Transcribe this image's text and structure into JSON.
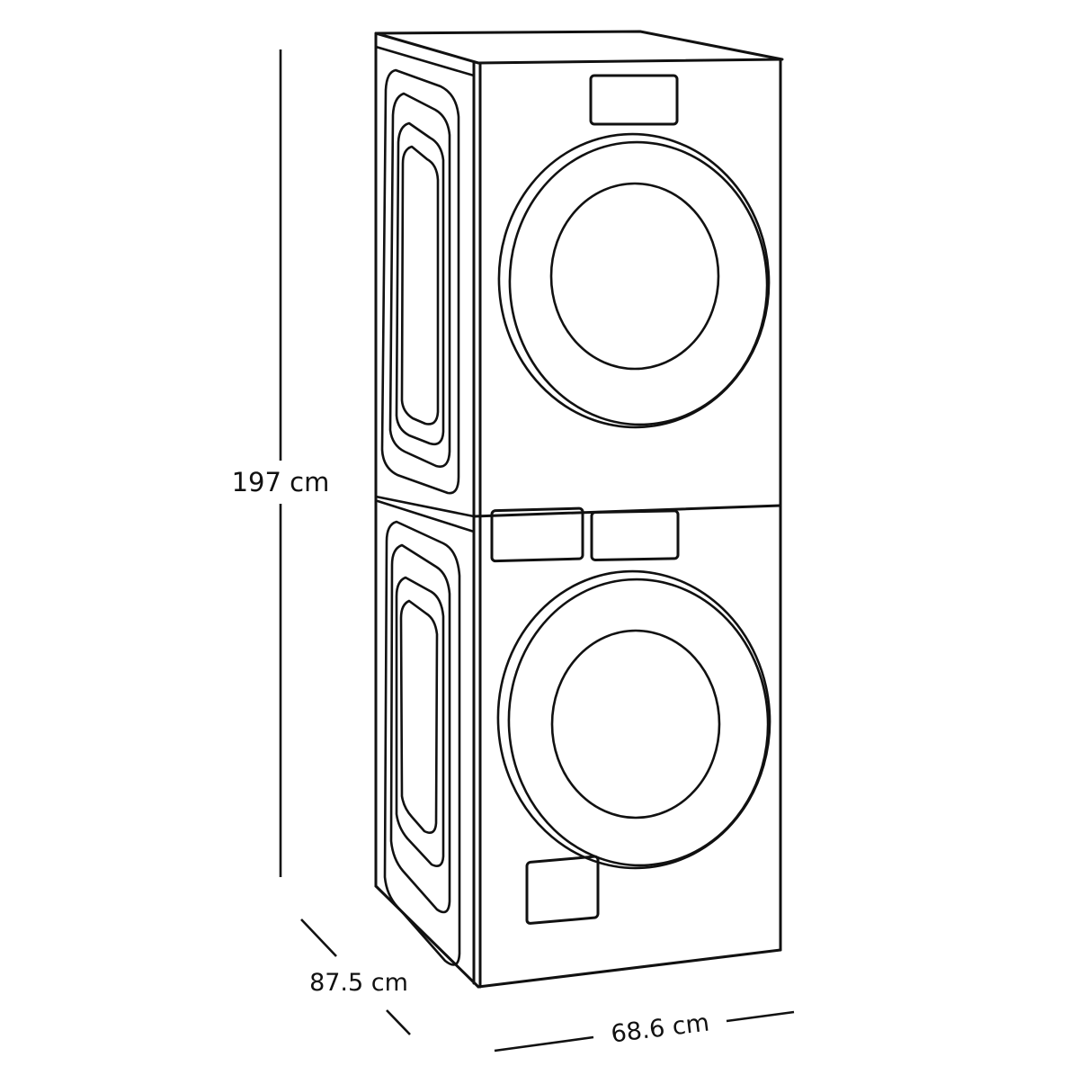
{
  "diagram": {
    "subject": "Stacked washer and dryer line drawing with dimensions",
    "colors": {
      "line": "#111111",
      "background": "#ffffff"
    },
    "units": [
      {
        "top": "dryer",
        "bottom": "washer"
      }
    ],
    "dimensions": {
      "height": {
        "label": "197 cm"
      },
      "depth": {
        "label": "87.5 cm"
      },
      "width": {
        "label": "68.6 cm"
      }
    }
  }
}
